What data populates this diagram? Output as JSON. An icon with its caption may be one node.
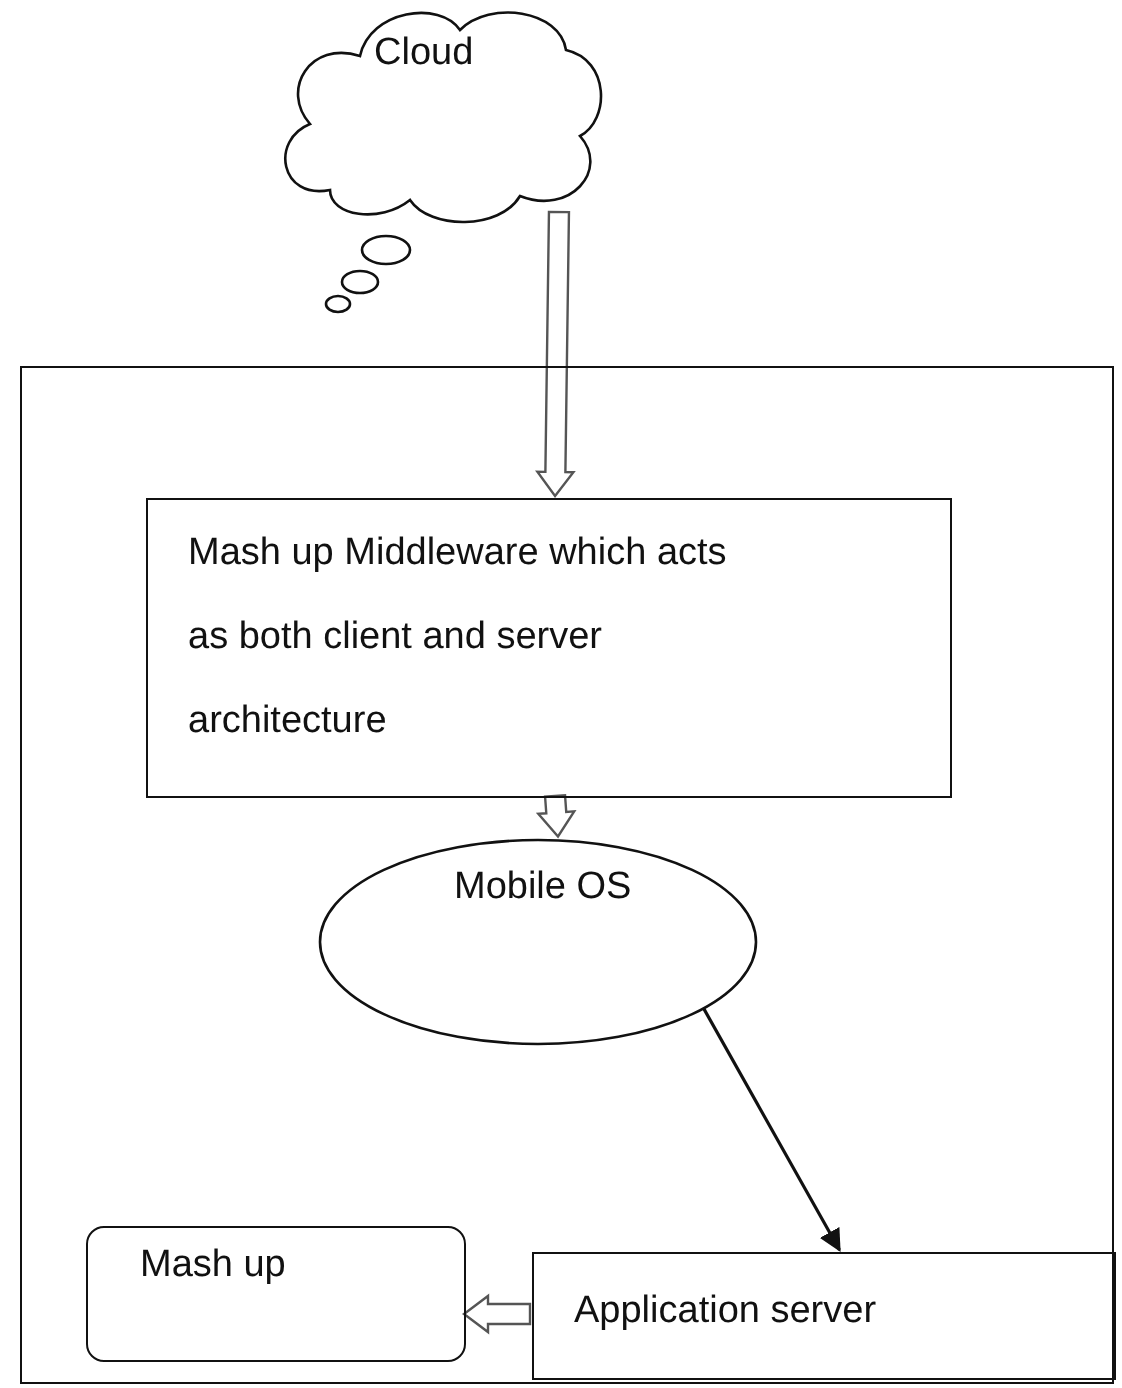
{
  "diagram": {
    "nodes": [
      {
        "text": [
          "Cloud"
        ]
      },
      {
        "text": [],
        "shape": "box"
      },
      {
        "text": [
          "Mash up Middleware which acts as both client and server architecture"
        ],
        "in": 1
      },
      {
        "text": [
          "Mobile OS"
        ],
        "in": 1
      },
      {
        "text": [
          "Mash up"
        ],
        "in": 1
      },
      {
        "text": [
          "Application server"
        ],
        "in": 1
      }
    ],
    "edges": [
      {
        "from": 0,
        "to": 2,
        "arrow": "to",
        "style": "thick"
      },
      {
        "from": 2,
        "to": 3,
        "arrow": "to",
        "style": "thick"
      },
      {
        "from": 3,
        "to": 5,
        "arrow": "to"
      },
      {
        "from": 5,
        "to": 4,
        "arrow": "to",
        "style": "thick"
      }
    ]
  }
}
